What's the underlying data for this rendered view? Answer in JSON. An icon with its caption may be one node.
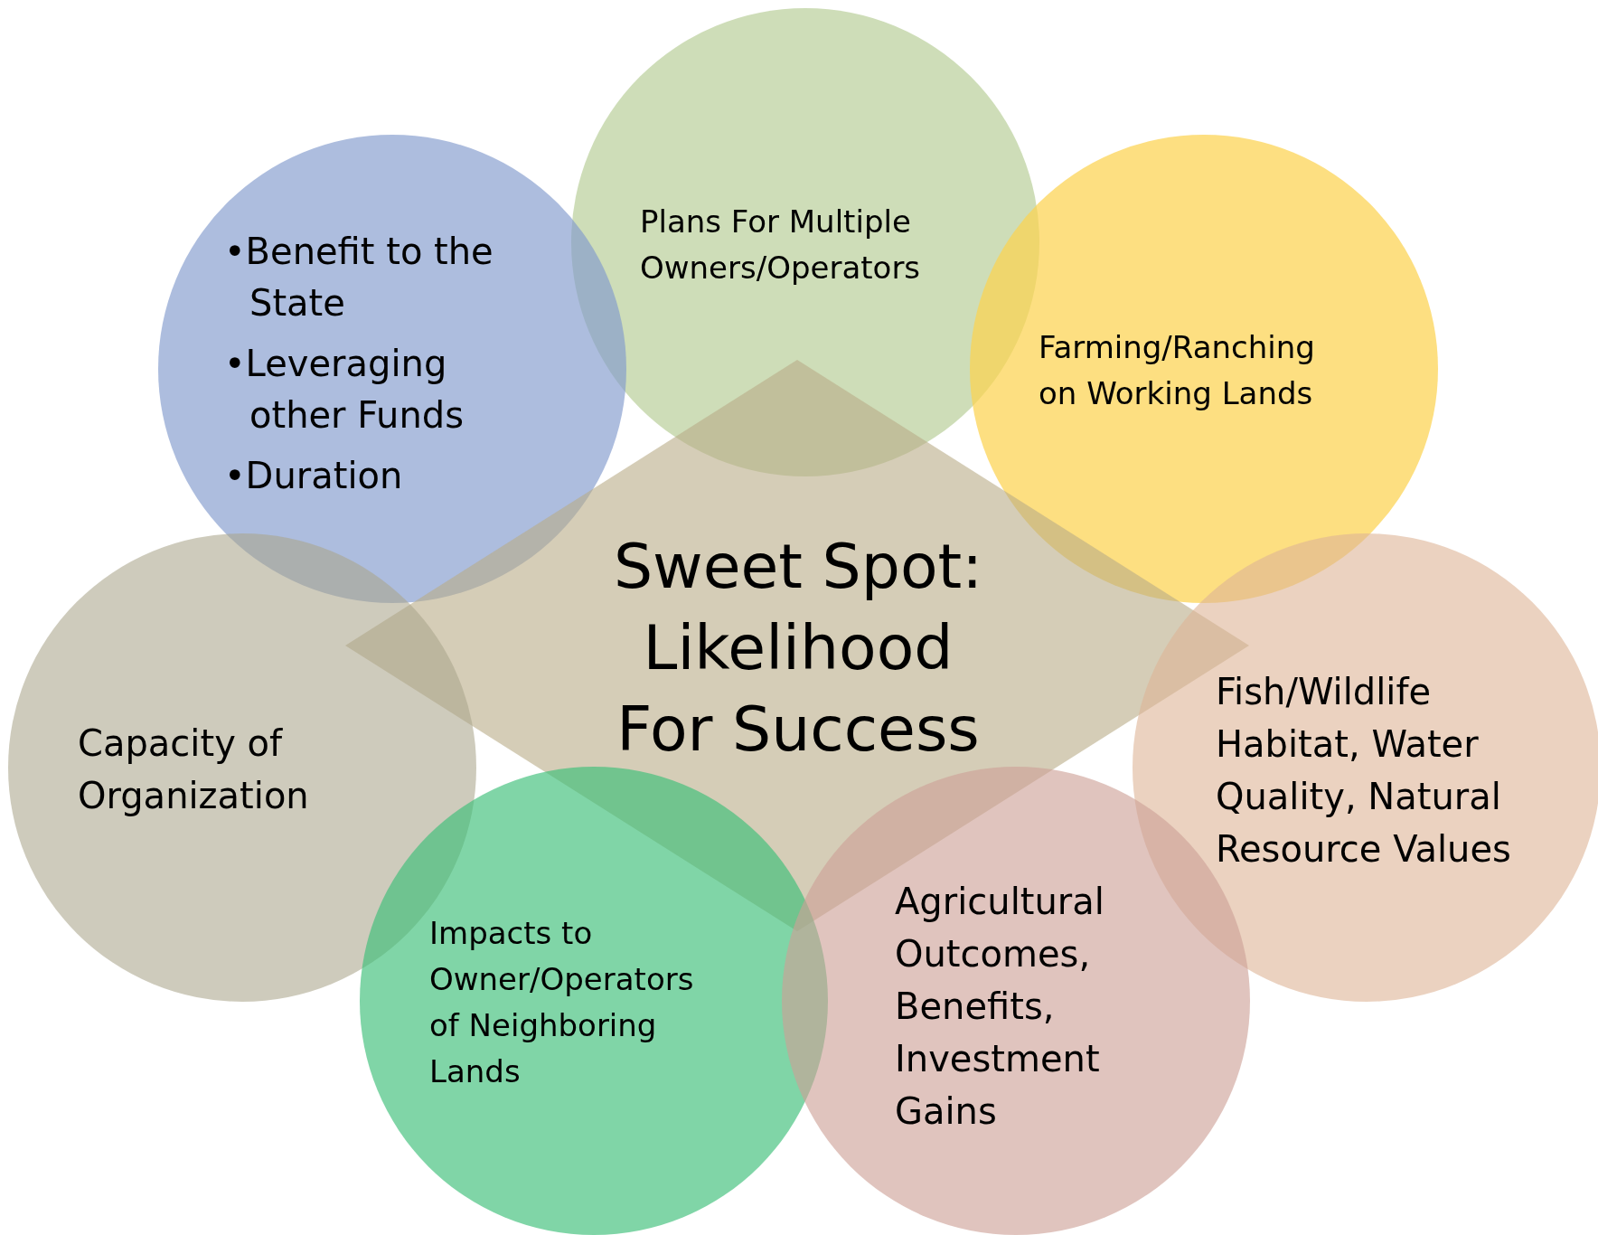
{
  "diagram": {
    "nodes": [
      {
        "text": [
          "Plans For Multiple Owners/Operators"
        ]
      },
      {
        "text": [
          "•Benefit to the State",
          "•Leveraging other Funds",
          "•Duration"
        ]
      },
      {
        "text": [
          "Farming/Ranching on Working Lands"
        ]
      },
      {
        "text": [
          "Sweet Spot: Likelihood For Success"
        ]
      },
      {
        "text": [
          "Capacity of Organization"
        ]
      },
      {
        "text": [
          "Fish/Wildlife Habitat, Water Quality, Natural Resource Values"
        ]
      },
      {
        "text": [
          "Impacts to Owner/Operators of Neighboring Lands"
        ]
      },
      {
        "text": [
          "Agricultural Outcomes, Benefits, Investment Gains"
        ]
      }
    ]
  }
}
